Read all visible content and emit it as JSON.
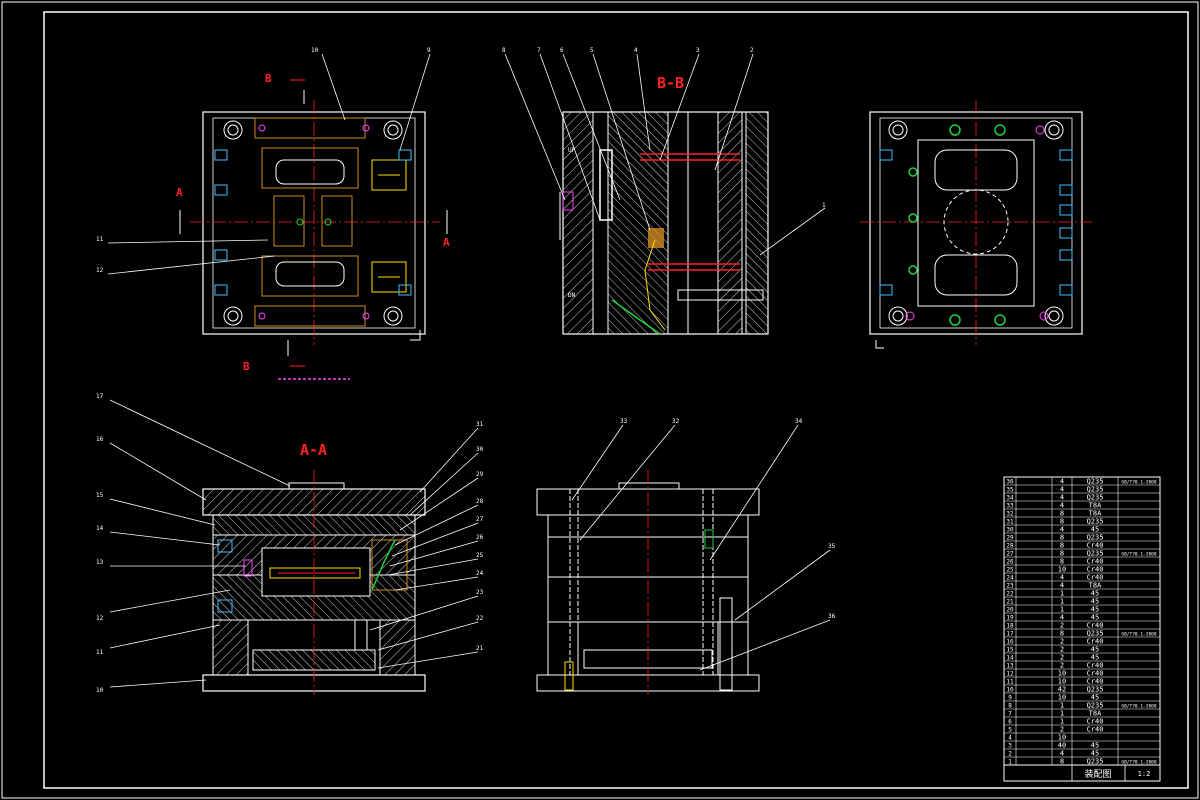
{
  "drawing": {
    "title_block_title": "装配图",
    "scale": "1:2",
    "section_labels": {
      "bb_top": "B-B",
      "aa_bottom": "A-A",
      "a_left": "A",
      "a_right": "A",
      "b_top": "B",
      "b_bottom": "B"
    },
    "callouts_view_bb": [
      "8",
      "7",
      "6",
      "5",
      "4",
      "3",
      "2",
      "1"
    ],
    "callouts_view_aa": [
      "31",
      "30",
      "29",
      "28",
      "27",
      "26",
      "25",
      "24",
      "23",
      "22",
      "21"
    ],
    "callouts_aa_left": [
      "17",
      "16",
      "15",
      "14",
      "13",
      "12",
      "11",
      "10"
    ],
    "callouts_side_view": [
      "33",
      "32",
      "34",
      "35",
      "36"
    ],
    "callouts_top_view": [
      "10",
      "9",
      "11",
      "12"
    ],
    "bom_rows": [
      {
        "no": "36",
        "qty": "4",
        "mat": "Q235",
        "std": "GB/T70.1-2000"
      },
      {
        "no": "35",
        "qty": "4",
        "mat": "Q235",
        "std": ""
      },
      {
        "no": "34",
        "qty": "4",
        "mat": "Q235",
        "std": ""
      },
      {
        "no": "33",
        "qty": "4",
        "mat": "T8A",
        "std": ""
      },
      {
        "no": "32",
        "qty": "8",
        "mat": "T8A",
        "std": ""
      },
      {
        "no": "31",
        "qty": "8",
        "mat": "Q235",
        "std": ""
      },
      {
        "no": "30",
        "qty": "4",
        "mat": "45",
        "std": ""
      },
      {
        "no": "29",
        "qty": "8",
        "mat": "Q235",
        "std": ""
      },
      {
        "no": "28",
        "qty": "8",
        "mat": "Cr40",
        "std": ""
      },
      {
        "no": "27",
        "qty": "8",
        "mat": "Q235",
        "std": "GB/T70.1-2000"
      },
      {
        "no": "26",
        "qty": "8",
        "mat": "Cr40",
        "std": ""
      },
      {
        "no": "25",
        "qty": "10",
        "mat": "Cr40",
        "std": ""
      },
      {
        "no": "24",
        "qty": "4",
        "mat": "Cr40",
        "std": ""
      },
      {
        "no": "23",
        "qty": "4",
        "mat": "T8A",
        "std": ""
      },
      {
        "no": "22",
        "qty": "1",
        "mat": "45",
        "std": ""
      },
      {
        "no": "21",
        "qty": "1",
        "mat": "45",
        "std": ""
      },
      {
        "no": "20",
        "qty": "1",
        "mat": "45",
        "std": ""
      },
      {
        "no": "19",
        "qty": "4",
        "mat": "45",
        "std": ""
      },
      {
        "no": "18",
        "qty": "2",
        "mat": "Cr40",
        "std": ""
      },
      {
        "no": "17",
        "qty": "8",
        "mat": "Q235",
        "std": "GB/T70.1-2000"
      },
      {
        "no": "16",
        "qty": "2",
        "mat": "Cr40",
        "std": ""
      },
      {
        "no": "15",
        "qty": "2",
        "mat": "45",
        "std": ""
      },
      {
        "no": "14",
        "qty": "2",
        "mat": "45",
        "std": ""
      },
      {
        "no": "13",
        "qty": "2",
        "mat": "Cr40",
        "std": ""
      },
      {
        "no": "12",
        "qty": "10",
        "mat": "Cr40",
        "std": ""
      },
      {
        "no": "11",
        "qty": "10",
        "mat": "Cr40",
        "std": ""
      },
      {
        "no": "10",
        "qty": "42",
        "mat": "Q235",
        "std": ""
      },
      {
        "no": "9",
        "qty": "10",
        "mat": "45",
        "std": ""
      },
      {
        "no": "8",
        "qty": "1",
        "mat": "Q235",
        "std": "GB/T70.1-2000"
      },
      {
        "no": "7",
        "qty": "1",
        "mat": "T8A",
        "std": ""
      },
      {
        "no": "6",
        "qty": "1",
        "mat": "Cr40",
        "std": ""
      },
      {
        "no": "5",
        "qty": "2",
        "mat": "Cr40",
        "std": ""
      },
      {
        "no": "4",
        "qty": "10",
        "mat": "",
        "std": ""
      },
      {
        "no": "3",
        "qty": "40",
        "mat": "45",
        "std": ""
      },
      {
        "no": "2",
        "qty": "4",
        "mat": "45",
        "std": ""
      },
      {
        "no": "1",
        "qty": "8",
        "mat": "Q235",
        "std": "GB/T70.1-2000"
      }
    ],
    "colors": {
      "background": "#000000",
      "outline": "#ffffff",
      "center_line": "#ff2020",
      "part_orange": "#d08a20",
      "part_yellow": "#ffe000",
      "part_cyan": "#40c0ff",
      "part_green": "#20d040",
      "part_magenta": "#ff40ff"
    }
  }
}
